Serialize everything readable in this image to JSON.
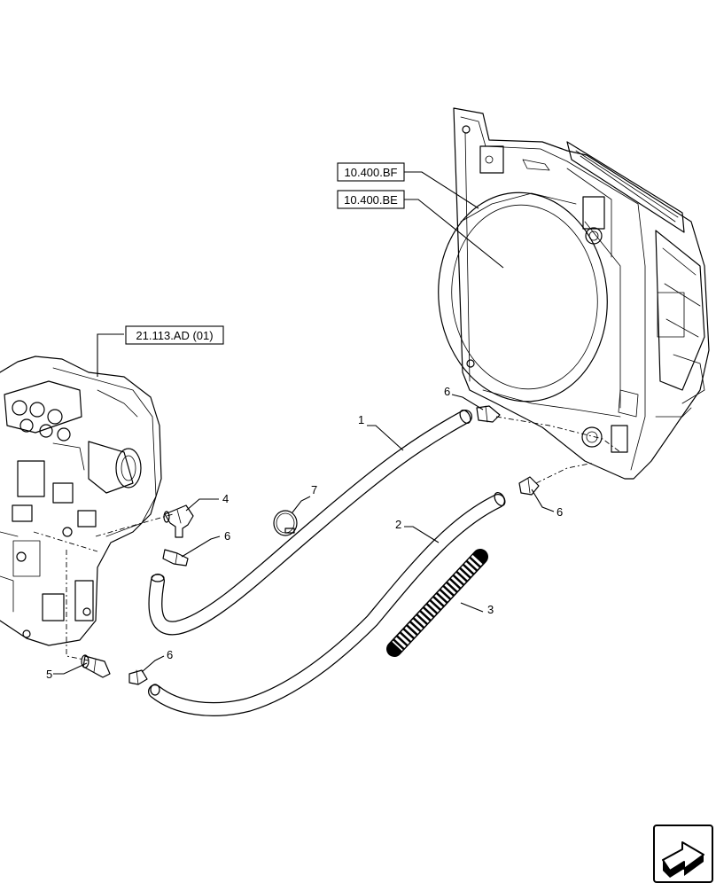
{
  "references": {
    "fan_shroud_top": "10.400.BF",
    "fan_shroud": "10.400.BE",
    "transmission": "21.113.AD (01)"
  },
  "callouts": {
    "hose_supply": "1",
    "hose_return": "2",
    "protective_sleeve": "3",
    "elbow_fitting": "4",
    "straight_fitting": "5",
    "clamp_radiator_upper": "6",
    "clamp_radiator_lower": "6",
    "clamp_elbow": "6",
    "clamp_straight": "6",
    "loose_clamp": "7"
  },
  "colors": {
    "line": "#000000",
    "background": "#ffffff"
  },
  "icons": {
    "navigation": "next-page-arrow-icon"
  }
}
